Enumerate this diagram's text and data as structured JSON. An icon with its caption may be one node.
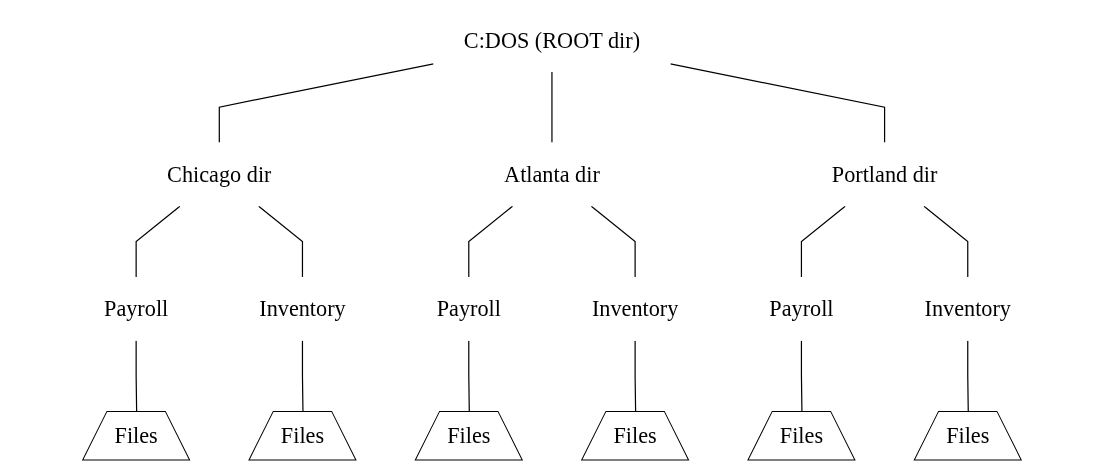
{
  "diagram": {
    "nodes": [
      {
        "text": [
          "C:DOS (ROOT dir)"
        ]
      },
      {
        "text": [
          "Chicago dir"
        ]
      },
      {
        "text": [
          "Atlanta dir"
        ]
      },
      {
        "text": [
          "Portland dir"
        ]
      },
      {
        "text": [
          "Payroll"
        ]
      },
      {
        "text": [
          "Inventory"
        ]
      },
      {
        "text": [
          "Payroll"
        ]
      },
      {
        "text": [
          "Inventory"
        ]
      },
      {
        "text": [
          "Payroll"
        ]
      },
      {
        "text": [
          "Inventory"
        ]
      },
      {
        "text": [
          "Files"
        ]
      },
      {
        "text": [
          "Files"
        ]
      },
      {
        "text": [
          "Files"
        ]
      },
      {
        "text": [
          "Files"
        ]
      },
      {
        "text": [
          "Files"
        ]
      },
      {
        "text": [
          "Files"
        ]
      }
    ],
    "edges": [
      {
        "from": 0,
        "to": 1,
        "arrow": "none"
      },
      {
        "from": 0,
        "to": 2,
        "arrow": "none"
      },
      {
        "from": 0,
        "to": 3,
        "arrow": "none"
      },
      {
        "from": 1,
        "to": 4,
        "arrow": "none"
      },
      {
        "from": 1,
        "to": 5,
        "arrow": "none"
      },
      {
        "from": 2,
        "to": 6,
        "arrow": "none"
      },
      {
        "from": 2,
        "to": 7,
        "arrow": "none"
      },
      {
        "from": 3,
        "to": 8,
        "arrow": "none"
      },
      {
        "from": 3,
        "to": 9,
        "arrow": "none"
      },
      {
        "from": 4,
        "to": 10,
        "arrow": "none"
      },
      {
        "from": 5,
        "to": 11,
        "arrow": "none"
      },
      {
        "from": 6,
        "to": 12,
        "arrow": "none"
      },
      {
        "from": 7,
        "to": 13,
        "arrow": "none"
      },
      {
        "from": 8,
        "to": 14,
        "arrow": "none"
      },
      {
        "from": 9,
        "to": 15,
        "arrow": "none"
      }
    ]
  }
}
